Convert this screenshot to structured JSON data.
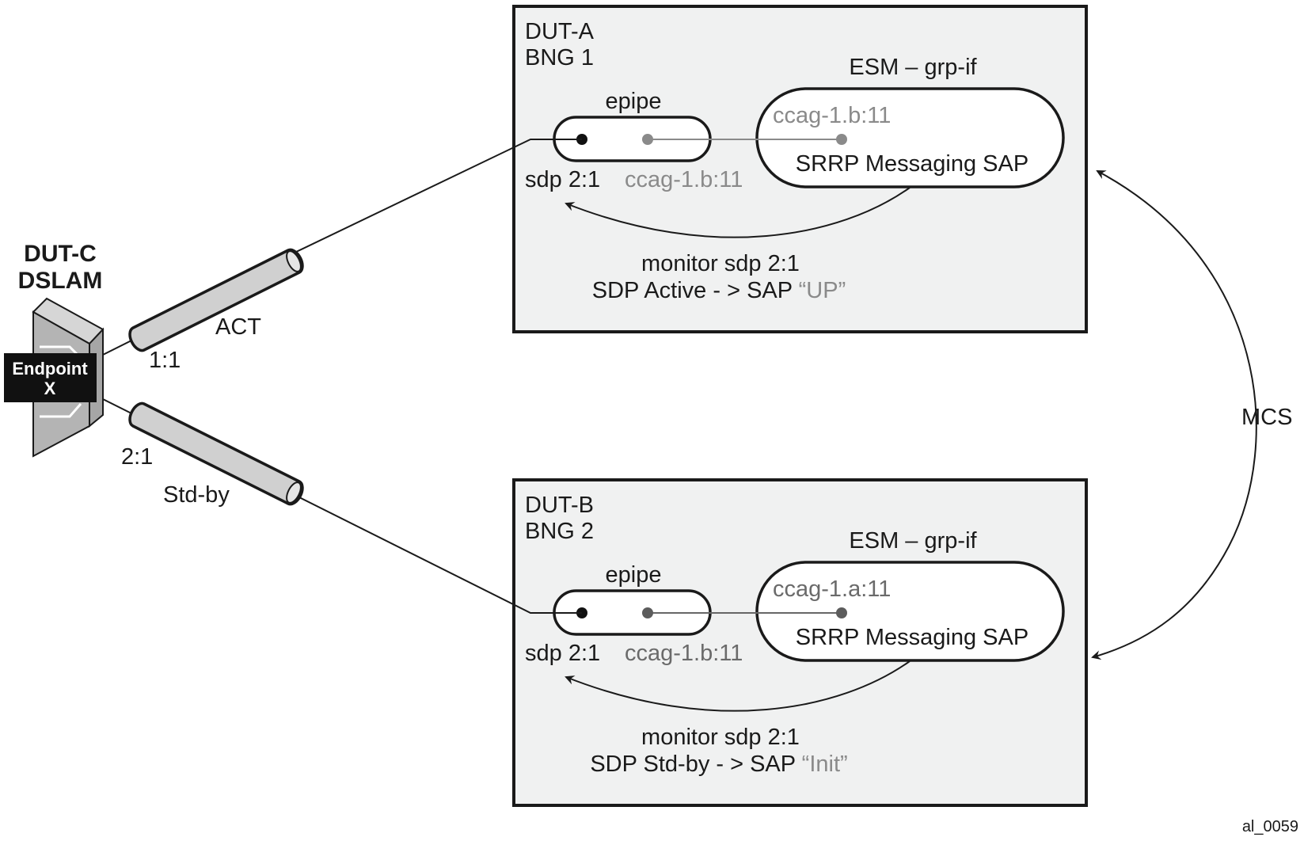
{
  "figure_id": "al_0059",
  "dslam": {
    "title_line1": "DUT-C",
    "title_line2": "DSLAM",
    "endpoint_line1": "Endpoint",
    "endpoint_line2": "X"
  },
  "links": {
    "active": {
      "port": "1:1",
      "state": "ACT"
    },
    "standby": {
      "port": "2:1",
      "state": "Std-by"
    }
  },
  "mcs_label": "MCS",
  "colors": {
    "box_fill": "#f0f1f1",
    "outline": "#1a1a1a",
    "muted_text": "#8a8a8a",
    "tube_fill": "#d0d0d0",
    "dslam_face": "#b4b4b4",
    "endpoint_bg": "#111111"
  },
  "nodes": [
    {
      "id": "dut-a",
      "title_line1": "DUT-A",
      "title_line2": "BNG 1",
      "esm_label": "ESM – grp-if",
      "epipe_label": "epipe",
      "sdp_label": "sdp 2:1",
      "epipe_sap_label": "ccag-1.b:11",
      "srrp_sap_id": "ccag-1.b:11",
      "srrp_label": "SRRP Messaging SAP",
      "monitor_line": "monitor sdp 2:1",
      "state_prefix": "SDP Active - > SAP ",
      "state_value": "“UP”"
    },
    {
      "id": "dut-b",
      "title_line1": "DUT-B",
      "title_line2": "BNG 2",
      "esm_label": "ESM – grp-if",
      "epipe_label": "epipe",
      "sdp_label": "sdp 2:1",
      "epipe_sap_label": "ccag-1.b:11",
      "srrp_sap_id": "ccag-1.a:11",
      "srrp_label": "SRRP Messaging SAP",
      "monitor_line": "monitor sdp 2:1",
      "state_prefix": "SDP Std-by - > SAP ",
      "state_value": "“Init”"
    }
  ]
}
